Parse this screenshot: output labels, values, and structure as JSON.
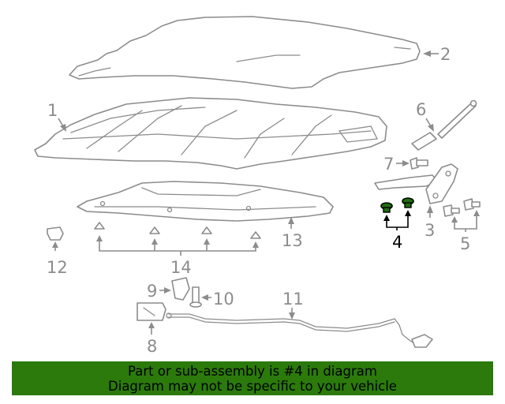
{
  "diagram": {
    "callouts": {
      "c1": "1",
      "c2": "2",
      "c3": "3",
      "c4": "4",
      "c5": "5",
      "c6": "6",
      "c7": "7",
      "c8": "8",
      "c9": "9",
      "c10": "10",
      "c11": "11",
      "c12": "12",
      "c13": "13",
      "c14": "14"
    },
    "highlighted_part": "4",
    "colors": {
      "line": "#8c8c8c",
      "highlight": "#000000",
      "part_fill": "#1f6e0f",
      "banner": "#2b7a0b"
    }
  },
  "banner": {
    "line1": "Part or sub-assembly is #4 in diagram",
    "line2": "Diagram may not be specific to your vehicle"
  }
}
